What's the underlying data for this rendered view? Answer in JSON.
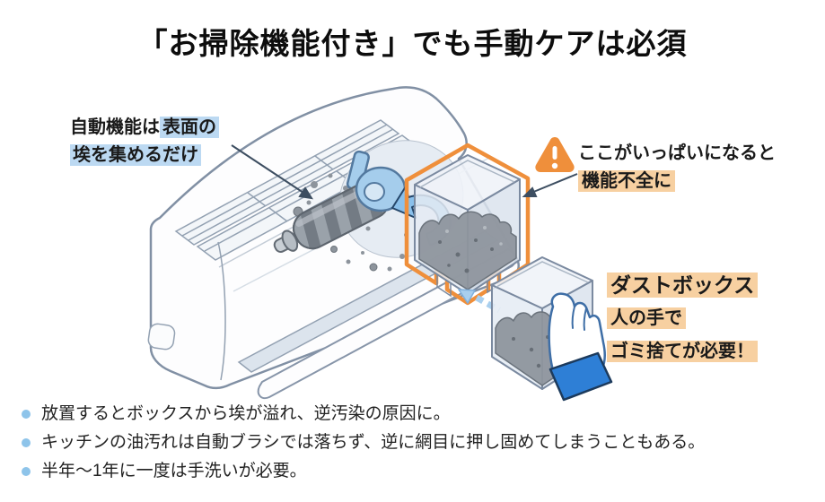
{
  "title": "「お掃除機能付き」でも手動ケアは必須",
  "callouts": {
    "auto": {
      "line1_plain": "自動機能は",
      "line1_mark": "表面の",
      "line2_mark": "埃を集めるだけ"
    },
    "warning": {
      "line1": "ここがいっぱいになると",
      "line2_mark": "機能不全に"
    },
    "dustbox": {
      "title_mark": "ダストボックス",
      "line2_mark": "人の手で",
      "line3_mark": "ゴミ捨てが必要！"
    }
  },
  "notes": [
    "放置するとボックスから埃が溢れ、逆汚染の原因に。",
    "キッチンの油汚れは自動ブラシでは落ちず、逆に網目に押し固めてしまうこともある。",
    "半年〜1年に一度は手洗いが必要。"
  ],
  "colors": {
    "accent_orange": "#ef8f3b",
    "highlight_peach": "#f7d0a1",
    "highlight_blue": "#bcd9f2",
    "arrow_blue": "#8ac0eb",
    "dashed_arrow_blue": "#a9cfee",
    "sleeve_blue": "#2e7fd6",
    "bullet_blue": "#8ec4ea",
    "outline_slate": "#8190a4",
    "dust_gray": "#8e959d",
    "label_arrow": "#3d4e61"
  }
}
